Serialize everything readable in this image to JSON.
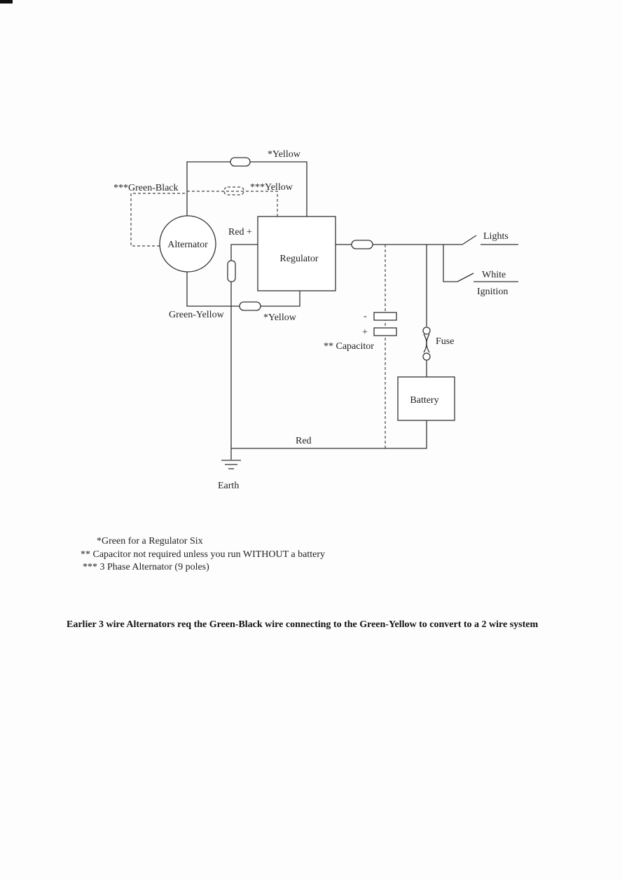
{
  "diagram": {
    "components": {
      "alternator": "Alternator",
      "regulator": "Regulator",
      "battery": "Battery",
      "capacitor": "** Capacitor",
      "fuse": "Fuse",
      "earth": "Earth"
    },
    "wires": {
      "yellow_top": "*Yellow",
      "green_black": "***Green-Black",
      "yellow_dashed": "***Yellow",
      "red_plus": "Red +",
      "green_yellow": "Green-Yellow",
      "yellow_bottom": "*Yellow",
      "red_bottom": "Red",
      "lights": "Lights",
      "white": "White",
      "ignition": "Ignition",
      "cap_minus": "-",
      "cap_plus": "+"
    }
  },
  "notes": [
    "*Green for a Regulator Six",
    "** Capacitor not required unless you run WITHOUT a battery",
    "*** 3 Phase Alternator (9 poles)"
  ],
  "footer": "Earlier 3 wire Alternators  req the Green-Black wire connecting to the Green-Yellow to convert to a 2 wire system"
}
